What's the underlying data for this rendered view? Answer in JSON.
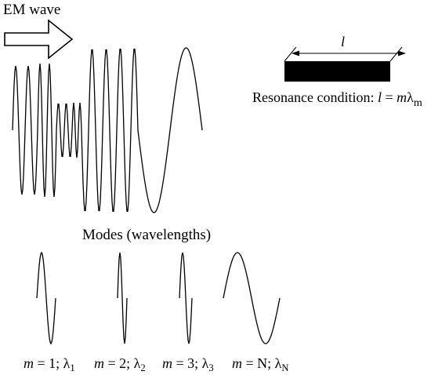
{
  "title": "EM wave",
  "resonance": {
    "length_symbol": "l",
    "label_prefix": "Resonance condition: ",
    "lhs": "l",
    "eq": " = ",
    "coef": "m",
    "lambda": "λ",
    "lambda_sub": "m"
  },
  "modes_title": "Modes (wavelengths)",
  "modes": [
    {
      "m": "1",
      "lambda_sub": "1"
    },
    {
      "m": "2",
      "lambda_sub": "2"
    },
    {
      "m": "3",
      "lambda_sub": "3"
    },
    {
      "m": "N",
      "lambda_sub": "N"
    }
  ],
  "mode_label_parts": {
    "m": "m",
    "eq": " = ",
    "sep": "; ",
    "lambda": "λ"
  },
  "colors": {
    "line": "#000000",
    "bar": "#000000",
    "background": "#ffffff"
  },
  "icons": [
    "right-arrow-icon"
  ]
}
